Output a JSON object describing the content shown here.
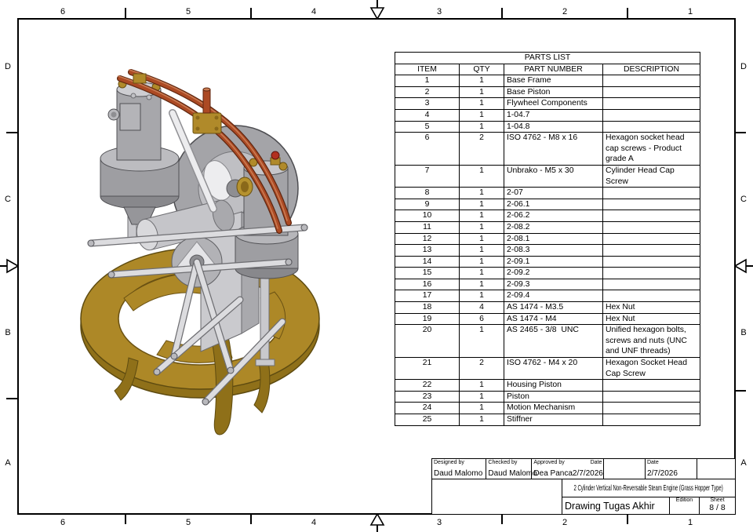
{
  "sheet": {
    "top_ruler": [
      "6",
      "5",
      "4",
      "3",
      "2",
      "1"
    ],
    "bottom_ruler": [
      "6",
      "5",
      "4",
      "3",
      "2",
      "1"
    ],
    "left_ruler": [
      "D",
      "C",
      "B",
      "A"
    ],
    "right_ruler": [
      "D",
      "C",
      "B",
      "A"
    ]
  },
  "parts_list": {
    "title": "PARTS LIST",
    "columns": {
      "item": "ITEM",
      "qty": "QTY",
      "part_number": "PART NUMBER",
      "description": "DESCRIPTION"
    },
    "rows": [
      {
        "item": "1",
        "qty": "1",
        "part_number": "Base Frame",
        "description": ""
      },
      {
        "item": "2",
        "qty": "1",
        "part_number": "Base Piston",
        "description": ""
      },
      {
        "item": "3",
        "qty": "1",
        "part_number": "Flywheel Components",
        "description": ""
      },
      {
        "item": "4",
        "qty": "1",
        "part_number": "1-04.7",
        "description": ""
      },
      {
        "item": "5",
        "qty": "1",
        "part_number": "1-04.8",
        "description": ""
      },
      {
        "item": "6",
        "qty": "2",
        "part_number": "ISO 4762 - M8 x 16",
        "description": "Hexagon socket head cap screws - Product grade A"
      },
      {
        "item": "7",
        "qty": "1",
        "part_number": "Unbrako - M5 x 30",
        "description": "Cylinder Head Cap Screw"
      },
      {
        "item": "8",
        "qty": "1",
        "part_number": "2-07",
        "description": ""
      },
      {
        "item": "9",
        "qty": "1",
        "part_number": "2-06.1",
        "description": ""
      },
      {
        "item": "10",
        "qty": "1",
        "part_number": "2-06.2",
        "description": ""
      },
      {
        "item": "11",
        "qty": "1",
        "part_number": "2-08.2",
        "description": ""
      },
      {
        "item": "12",
        "qty": "1",
        "part_number": "2-08.1",
        "description": ""
      },
      {
        "item": "13",
        "qty": "1",
        "part_number": "2-08.3",
        "description": ""
      },
      {
        "item": "14",
        "qty": "1",
        "part_number": "2-09.1",
        "description": ""
      },
      {
        "item": "15",
        "qty": "1",
        "part_number": "2-09.2",
        "description": ""
      },
      {
        "item": "16",
        "qty": "1",
        "part_number": "2-09.3",
        "description": ""
      },
      {
        "item": "17",
        "qty": "1",
        "part_number": "2-09.4",
        "description": ""
      },
      {
        "item": "18",
        "qty": "4",
        "part_number": "AS 1474 - M3.5",
        "description": "Hex Nut"
      },
      {
        "item": "19",
        "qty": "6",
        "part_number": "AS 1474 - M4",
        "description": "Hex Nut"
      },
      {
        "item": "20",
        "qty": "1",
        "part_number": "AS 2465 - 3/8  UNC",
        "description": "Unified hexagon bolts, screws and nuts (UNC and UNF threads)"
      },
      {
        "item": "21",
        "qty": "2",
        "part_number": "ISO 4762 - M4 x 20",
        "description": "Hexagon Socket Head Cap Screw"
      },
      {
        "item": "22",
        "qty": "1",
        "part_number": "Housing Piston",
        "description": ""
      },
      {
        "item": "23",
        "qty": "1",
        "part_number": "Piston",
        "description": ""
      },
      {
        "item": "24",
        "qty": "1",
        "part_number": "Motion Mechanism",
        "description": ""
      },
      {
        "item": "25",
        "qty": "1",
        "part_number": "Stiffner",
        "description": ""
      }
    ]
  },
  "title_block": {
    "designed_by_label": "Designed by",
    "designed_by": "Daud Malomo",
    "checked_by_label": "Checked by",
    "checked_by": "Daud Malomo",
    "approved_by_label": "Approved by",
    "approved_by": "Dea Panca",
    "date1_label": "Date",
    "date1": "2/7/2026",
    "date2_label": "Date",
    "date2": "2/7/2026",
    "drawing_title": "2 Cylinder Vertical Non-Reversable Steam Engine (Grass Hopper Type)",
    "drawing_name": "Drawing Tugas Akhir",
    "edition_label": "Edition",
    "edition": "",
    "sheet_label": "Sheet",
    "sheet": "8 / 8"
  },
  "engine_view": {
    "subject": "2 cylinder vertical steam engine, isometric CAD render",
    "colors": {
      "base_brass": "#AD8827",
      "base_brass_dark": "#8F7019",
      "metal_gray": "#A7A7AB",
      "metal_light": "#CDCDD1",
      "metal_dark": "#88888C",
      "link_silver": "#DCDCDF",
      "pipe_copper": "#AC4A24",
      "pipe_highlight": "#C97B52",
      "fitting_brass": "#B08A2A",
      "valve_red": "#B23020"
    }
  }
}
